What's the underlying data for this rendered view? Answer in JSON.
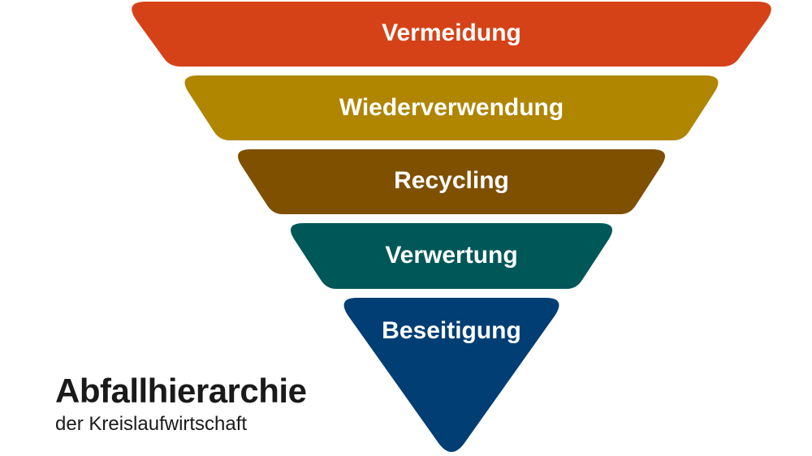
{
  "diagram": {
    "type": "inverted-pyramid",
    "tiers": [
      {
        "label": "Vermeidung",
        "color": "#d64218"
      },
      {
        "label": "Wiederverwendung",
        "color": "#b08500"
      },
      {
        "label": "Recycling",
        "color": "#7e5000"
      },
      {
        "label": "Verwertung",
        "color": "#005758"
      },
      {
        "label": "Beseitigung",
        "color": "#003e74"
      }
    ]
  },
  "caption": {
    "title": "Abfallhierarchie",
    "subtitle": "der Kreislaufwirtschaft"
  }
}
